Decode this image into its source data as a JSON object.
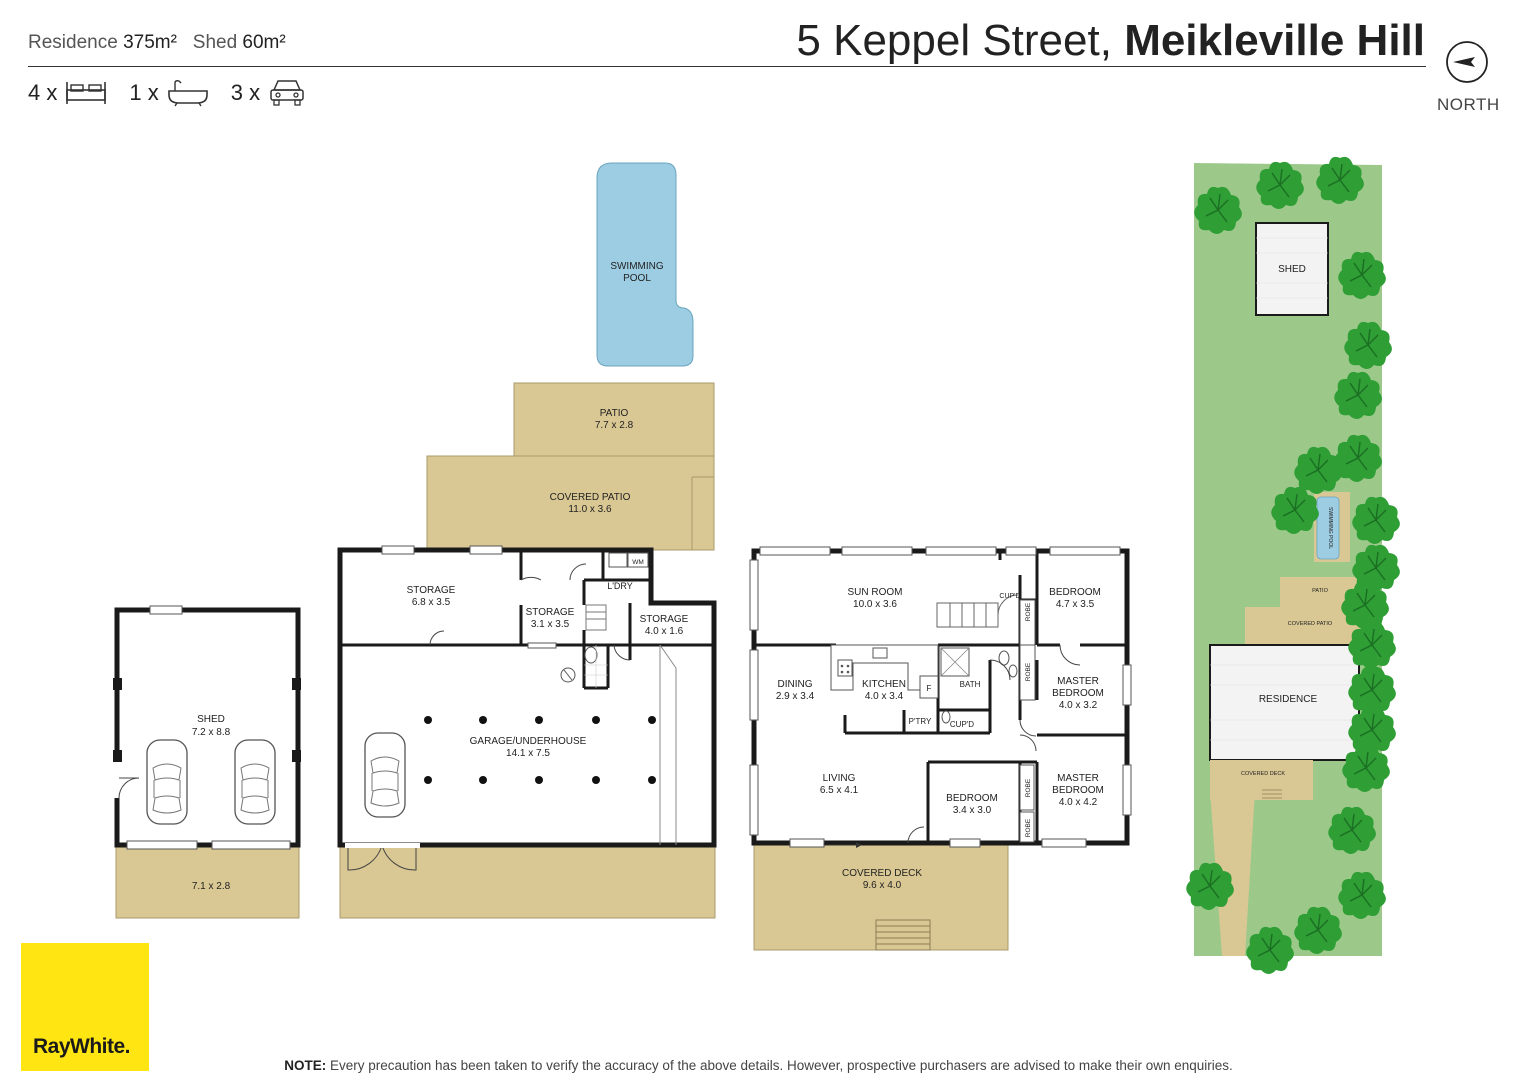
{
  "header": {
    "residence_label": "Residence",
    "residence_area": "375m²",
    "shed_label": "Shed",
    "shed_area": "60m²",
    "address_street": "5 Keppel Street,",
    "address_suburb": "Meikleville Hill",
    "north_label": "NORTH",
    "features": [
      {
        "count": "4 x",
        "icon": "bed-icon"
      },
      {
        "count": "1 x",
        "icon": "bath-icon"
      },
      {
        "count": "3 x",
        "icon": "car-icon"
      }
    ]
  },
  "shed_plan": {
    "shed": {
      "name": "SHED",
      "dims": "7.2 x 8.8"
    },
    "apron": {
      "dims": "7.1 x 2.8"
    }
  },
  "lower_floor": {
    "pool": {
      "line1": "SWIMMING",
      "line2": "POOL"
    },
    "patio": {
      "name": "PATIO",
      "dims": "7.7 x 2.8"
    },
    "covered_patio": {
      "name": "COVERED PATIO",
      "dims": "11.0 x 3.6"
    },
    "storage_1": {
      "name": "STORAGE",
      "dims": "6.8 x 3.5"
    },
    "storage_2": {
      "name": "STORAGE",
      "dims": "3.1 x 3.5"
    },
    "storage_3": {
      "name": "STORAGE",
      "dims": "4.0 x 1.6"
    },
    "laundry": {
      "name": "L'DRY",
      "wm": "WM"
    },
    "garage": {
      "name": "GARAGE/UNDERHOUSE",
      "dims": "14.1 x 7.5"
    }
  },
  "upper_floor": {
    "sun_room": {
      "name": "SUN ROOM",
      "dims": "10.0 x 3.6"
    },
    "bedroom_1": {
      "name": "BEDROOM",
      "dims": "4.7 x 3.5"
    },
    "dining": {
      "name": "DINING",
      "dims": "2.9 x 3.4"
    },
    "kitchen": {
      "name": "KITCHEN",
      "dims": "4.0 x 3.4"
    },
    "bath": {
      "name": "BATH"
    },
    "master_1": {
      "line1": "MASTER",
      "line2": "BEDROOM",
      "dims": "4.0 x 3.2"
    },
    "master_2": {
      "line1": "MASTER",
      "line2": "BEDROOM",
      "dims": "4.0 x 4.2"
    },
    "pantry": {
      "name": "P'TRY"
    },
    "cupd_1": {
      "name": "CUP'D"
    },
    "cupd_2": {
      "name": "CUP'D"
    },
    "fridge": {
      "name": "F"
    },
    "robe": {
      "name": "ROBE"
    },
    "living": {
      "name": "LIVING",
      "dims": "6.5 x 4.1"
    },
    "bedroom_2": {
      "name": "BEDROOM",
      "dims": "3.4 x 3.0"
    },
    "covered_deck": {
      "name": "COVERED DECK",
      "dims": "9.6 x 4.0"
    }
  },
  "site_plan": {
    "shed": "SHED",
    "pool": "SWIMMING POOL",
    "patio": "PATIO",
    "covered_patio": "COVERED PATIO",
    "residence": "RESIDENCE",
    "covered_deck": "COVERED DECK"
  },
  "logo": {
    "text": "RayWhite."
  },
  "footer": {
    "note_label": "NOTE:",
    "note_text": "Every precaution has been taken to verify the accuracy of the above details. However, prospective purchasers are advised to make their own enquiries."
  },
  "colors": {
    "deck": "#d9c894",
    "pool": "#9dcde3",
    "lawn": "#9cc98a",
    "tree": "#2e9e35",
    "wall": "#1a1a1a",
    "logo": "#ffe512"
  }
}
